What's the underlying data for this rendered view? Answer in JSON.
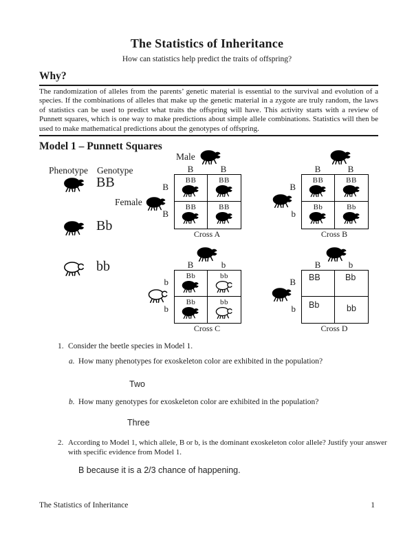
{
  "page": {
    "title": "The Statistics of Inheritance",
    "subtitle": "How can statistics help predict the traits of offspring?",
    "footer_left": "The Statistics of Inheritance",
    "footer_page": "1"
  },
  "why": {
    "heading": "Why?",
    "body": "The randomization of alleles from the parents’ genetic material is essential to the survival and evolution of a species. If the combinations of alleles that make up the genetic material in a zygote are truly random, the laws of statistics can be used to predict what traits the offspring will have. This activity starts with a review of Punnett squares, which is one way to make predictions about simple allele combinations. Statistics will then be used to make mathematical predictions about the genotypes of offspring."
  },
  "model1": {
    "heading": "Model 1 – Punnett Squares",
    "male_label": "Male",
    "female_label": "Female",
    "legend": {
      "header_phenotype": "Phenotype",
      "header_genotype": "Genotype",
      "rows": [
        {
          "beetle": "black",
          "genotype": "BB"
        },
        {
          "beetle": "black",
          "genotype": "Bb"
        },
        {
          "beetle": "white",
          "genotype": "bb"
        }
      ]
    },
    "crosses": [
      {
        "caption": "Cross A",
        "top_beetle": "black",
        "left_beetle": "black",
        "col_headers": [
          "B",
          "B"
        ],
        "row_headers": [
          "B",
          "B"
        ],
        "cells": [
          {
            "genotype": "BB",
            "beetle": "black"
          },
          {
            "genotype": "BB",
            "beetle": "black"
          },
          {
            "genotype": "BB",
            "beetle": "black"
          },
          {
            "genotype": "BB",
            "beetle": "black"
          }
        ]
      },
      {
        "caption": "Cross B",
        "top_beetle": "black",
        "left_beetle": "black",
        "col_headers": [
          "B",
          "B"
        ],
        "row_headers": [
          "B",
          "b"
        ],
        "cells": [
          {
            "genotype": "BB",
            "beetle": "black"
          },
          {
            "genotype": "BB",
            "beetle": "black"
          },
          {
            "genotype": "Bb",
            "beetle": "black"
          },
          {
            "genotype": "Bb",
            "beetle": "black"
          }
        ]
      },
      {
        "caption": "Cross C",
        "top_beetle": "black",
        "left_beetle": "white",
        "col_headers": [
          "B",
          "b"
        ],
        "row_headers": [
          "b",
          "b"
        ],
        "cells": [
          {
            "genotype": "Bb",
            "beetle": "black"
          },
          {
            "genotype": "bb",
            "beetle": "white"
          },
          {
            "genotype": "Bb",
            "beetle": "black"
          },
          {
            "genotype": "bb",
            "beetle": "white"
          }
        ]
      },
      {
        "caption": "Cross D",
        "top_beetle": "black",
        "left_beetle": "black",
        "col_headers": [
          "B",
          "b"
        ],
        "row_headers": [
          "B",
          "b"
        ],
        "handwritten_answers": true,
        "cells": [
          {
            "genotype": "BB"
          },
          {
            "genotype": "Bb"
          },
          {
            "genotype": "Bb"
          },
          {
            "genotype": "bb"
          }
        ]
      }
    ]
  },
  "questions": {
    "q1": {
      "number": "1.",
      "text": "Consider the beetle species in Model 1.",
      "parts": [
        {
          "letter": "a.",
          "text": "How many phenotypes for exoskeleton color are exhibited in the population?",
          "answer": "Two"
        },
        {
          "letter": "b.",
          "text": "How many genotypes for exoskeleton color are exhibited in the population?",
          "answer": "Three"
        }
      ]
    },
    "q2": {
      "number": "2.",
      "text": "According to Model 1, which allele, B or b, is the dominant exoskeleton color allele? Justify your answer with specific evidence from Model 1.",
      "answer": "B because it is a 2/3 chance of happening."
    }
  },
  "icons": {
    "beetle": "beetle-silhouette (oval body, round head at right, splayed legs)"
  },
  "colors": {
    "ink": "#1a1a1a",
    "beetle_black": "#000000",
    "beetle_white": "#ffffff",
    "rule": "#1a1a1a"
  }
}
